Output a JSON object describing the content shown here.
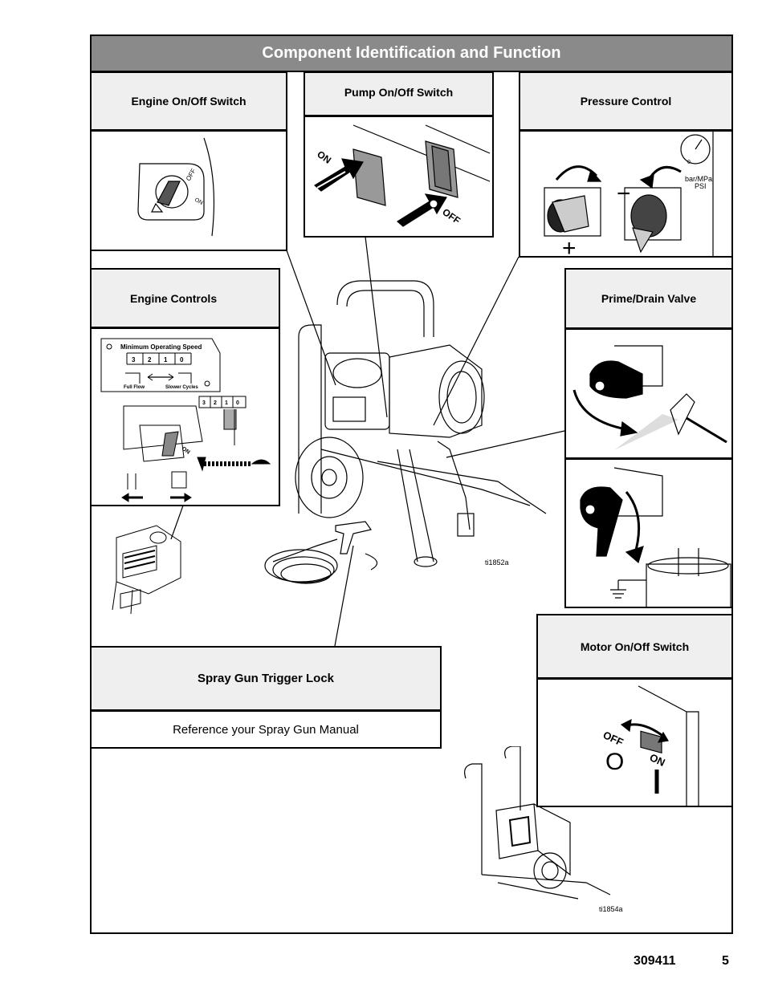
{
  "page": {
    "title": "Component Identification and Function",
    "doc_number": "309411",
    "page_number": "5"
  },
  "sections": {
    "engine_switch": {
      "title": "Engine On/Off Switch",
      "marks": {
        "off": "OFF",
        "on": "ON"
      }
    },
    "pump_switch": {
      "title": "Pump On/Off Switch",
      "marks": {
        "on": "ON",
        "off": "OFF"
      }
    },
    "pressure_control": {
      "title": "Pressure Control",
      "units": "bar/MPa",
      "units2": "PSI",
      "gauge_zero": "0",
      "plus": "+",
      "minus": "−"
    },
    "engine_controls": {
      "title": "Engine Controls",
      "min_speed": "Minimum Operating Speed",
      "scale": [
        "3",
        "2",
        "1",
        "0"
      ],
      "full_flow": "Full Flow",
      "slower_cycles": "Slower Cycles",
      "on": "ON"
    },
    "prime_drain": {
      "title": "Prime/Drain Valve"
    },
    "motor_switch": {
      "title": "Motor On/Off Switch",
      "off": "OFF",
      "on": "ON",
      "off_symbol": "O",
      "on_symbol": "I"
    },
    "trigger_lock": {
      "title": "Spray Gun Trigger Lock",
      "note": "Reference your Spray Gun Manual"
    }
  },
  "figure_ids": {
    "main": "ti1852a",
    "motor": "ti1854a"
  }
}
